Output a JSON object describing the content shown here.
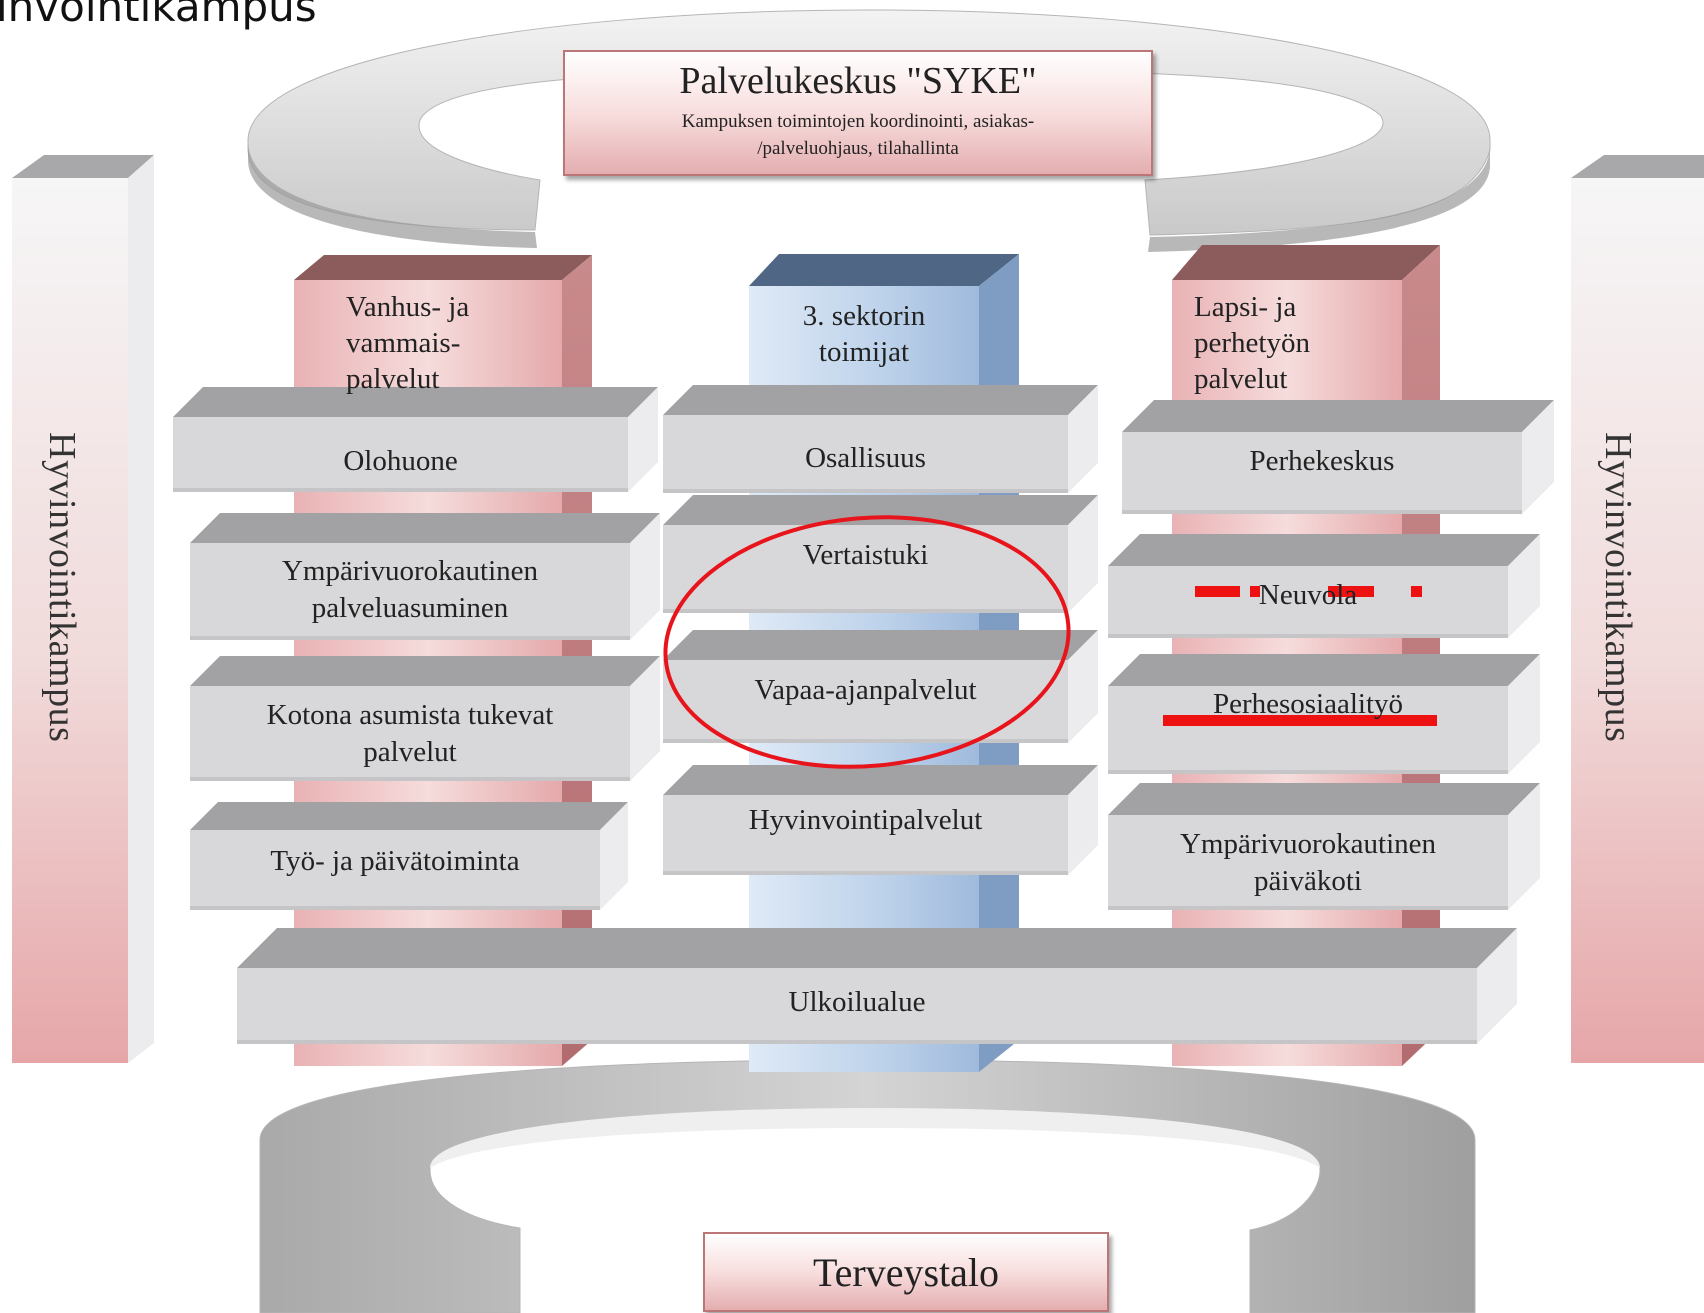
{
  "heading": "invointikampus",
  "top_box": {
    "title": "Palvelukeskus \"SYKE\"",
    "subtitle_line1": "Kampuksen toimintojen koordinointi, asiakas-",
    "subtitle_line2": "/palveluohjaus, tilahallinta"
  },
  "bottom_box": {
    "label": "Terveystalo"
  },
  "side_pillars": {
    "left_label": "Hyvinvointikampus",
    "right_label": "Hyvinvointikampus"
  },
  "columns": {
    "left": {
      "line1": "Vanhus- ja",
      "line2": "vammais-",
      "line3": "palvelut"
    },
    "center": {
      "line1": "3. sektorin",
      "line2": "toimijat"
    },
    "right": {
      "line1": "Lapsi- ja",
      "line2": "perhetyön",
      "line3": "palvelut"
    }
  },
  "left_boxes": [
    {
      "line1": "Olohuone",
      "line2": ""
    },
    {
      "line1": "Ympärivuorokautinen",
      "line2": "palveluasuminen"
    },
    {
      "line1": "Kotona asumista tukevat",
      "line2": "palvelut"
    },
    {
      "line1": "Työ- ja päivätoiminta",
      "line2": ""
    }
  ],
  "center_boxes": [
    {
      "line1": "Osallisuus"
    },
    {
      "line1": "Vertaistuki"
    },
    {
      "line1": "Vapaa-ajanpalvelut"
    },
    {
      "line1": "Hyvinvointipalvelut"
    }
  ],
  "right_boxes": [
    {
      "line1": "Perhekeskus",
      "line2": ""
    },
    {
      "line1": "Neuvola",
      "line2": ""
    },
    {
      "line1": "Perhesosiaalityö",
      "line2": ""
    },
    {
      "line1": "Ympärivuorokautinen",
      "line2": "päiväkoti"
    }
  ],
  "base_bar": {
    "label": "Ulkoilualue"
  },
  "annotations": {
    "ellipse_color": "#e8141b",
    "strike_color": "#ee1111"
  },
  "colors": {
    "pink_face": "#eab5b7",
    "pink_top": "#8e5a5a",
    "blue_face": "#a9c3e2",
    "blue_top": "#4d6483",
    "gray_face": "#d9d9db",
    "gray_top": "#a3a3a6"
  }
}
